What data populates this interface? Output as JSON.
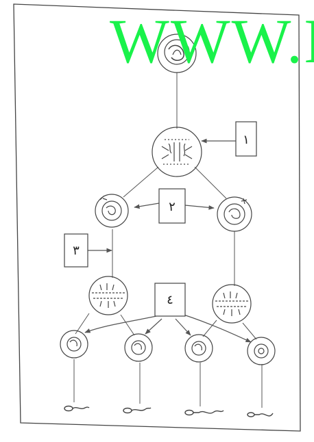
{
  "watermark": {
    "text": "WWW.I",
    "color": "#19f24a"
  },
  "diagram": {
    "labels": [
      {
        "id": "1",
        "text": "١"
      },
      {
        "id": "2",
        "text": "٢"
      },
      {
        "id": "3",
        "text": "٣"
      },
      {
        "id": "4",
        "text": "٤"
      }
    ]
  },
  "colors": {
    "ink": "#555555",
    "watermark": "#19f24a"
  }
}
